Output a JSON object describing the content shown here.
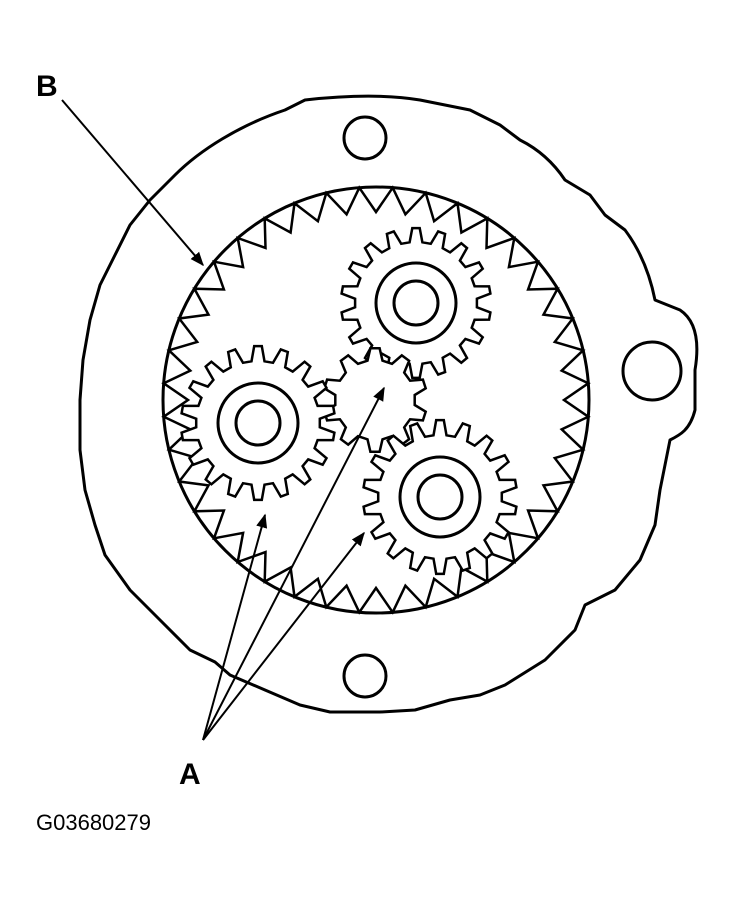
{
  "callouts": {
    "b": "B",
    "a": "A"
  },
  "figure_id": "G03680279",
  "colors": {
    "ink": "#000000",
    "paper": "#ffffff"
  }
}
